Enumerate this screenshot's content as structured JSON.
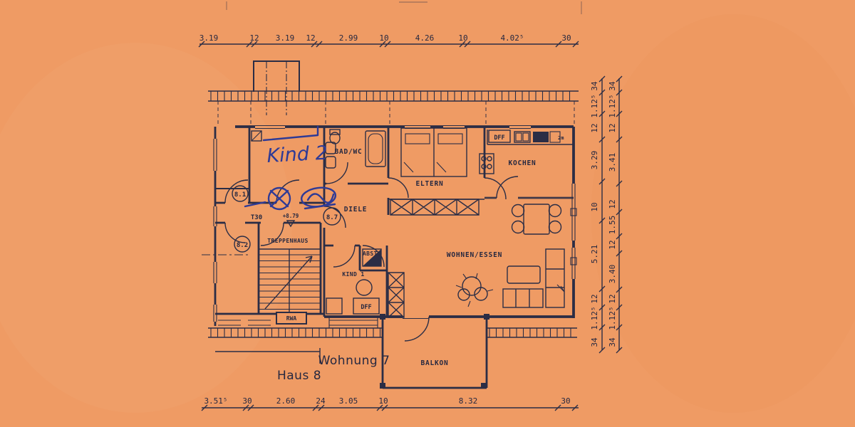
{
  "colors": {
    "paper": "#ef9b64",
    "ink": "#2b2d45",
    "pen": "#2e3a96"
  },
  "title_labels": {
    "haus": "Haus 8",
    "wohnung": "Wohnung 7"
  },
  "rooms": {
    "kind2": "Kind 2",
    "bad_wc": "BAD/WC",
    "eltern": "ELTERN",
    "kochen": "KOCHEN",
    "diele": "DIELE",
    "treppenhaus": "TREPPENHAUS",
    "abst": "ABST.",
    "kind1": "KIND 1",
    "wohnen_essen": "WOHNEN/ESSEN",
    "balkon": "BALKON"
  },
  "door_tags": {
    "d81": "8.1",
    "d82": "8.2",
    "d87": "8.7",
    "t30": "T30"
  },
  "notes": {
    "level": "+8.79",
    "rwa": "RWA",
    "dff_kitchen": "DFF",
    "dff_kind1": "DFF",
    "wall_note": "2m"
  },
  "dimensions": {
    "top": [
      "3.19",
      "12",
      "3.19",
      "12",
      "2.99",
      "10",
      "4.26",
      "10",
      "4.02⁵",
      "30"
    ],
    "bottom": [
      "3.51⁵",
      "30",
      "2.60",
      "24",
      "3.05",
      "10",
      "8.32",
      "30"
    ],
    "right_inner": [
      "34",
      "1.12⁵",
      "12",
      "3.29",
      "10",
      "5.21",
      "12",
      "1.12⁵",
      "34"
    ],
    "right_outer": [
      "34",
      "1.12⁵",
      "12",
      "3.41",
      "12",
      "1.55",
      "12",
      "3.40",
      "12",
      "1.12⁵",
      "34"
    ]
  }
}
